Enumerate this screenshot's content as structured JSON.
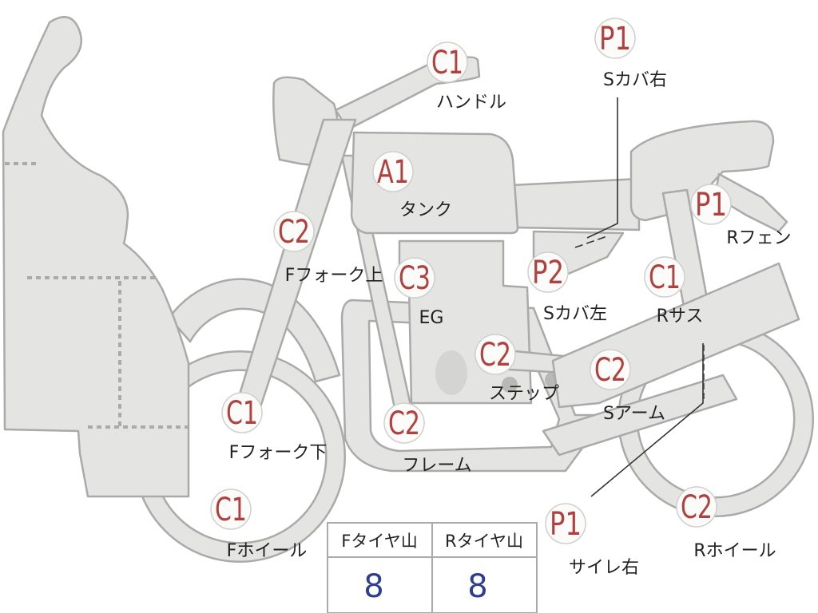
{
  "parts": [
    {
      "name": "handle",
      "grade": "C1",
      "label": "ハンドル"
    },
    {
      "name": "tank",
      "grade": "A1",
      "label": "タンク"
    },
    {
      "name": "f-fork-upper",
      "grade": "C2",
      "label": "Fフォーク上"
    },
    {
      "name": "engine",
      "grade": "C3",
      "label": "EG"
    },
    {
      "name": "s-cover-left",
      "grade": "P2",
      "label": "Sカバ左"
    },
    {
      "name": "s-cover-right",
      "grade": "P1",
      "label": "Sカバ右"
    },
    {
      "name": "r-fender",
      "grade": "P1",
      "label": "Rフェン"
    },
    {
      "name": "r-suspension",
      "grade": "C1",
      "label": "Rサス"
    },
    {
      "name": "step",
      "grade": "C2",
      "label": "ステップ"
    },
    {
      "name": "swing-arm",
      "grade": "C2",
      "label": "Sアーム"
    },
    {
      "name": "f-fork-lower",
      "grade": "C1",
      "label": "Fフォーク下"
    },
    {
      "name": "frame",
      "grade": "C2",
      "label": "フレーム"
    },
    {
      "name": "f-wheel",
      "grade": "C1",
      "label": "Fホイール"
    },
    {
      "name": "silencer-right",
      "grade": "P1",
      "label": "サイレ右"
    },
    {
      "name": "r-wheel",
      "grade": "C2",
      "label": "Rホイール"
    }
  ],
  "tire_table": {
    "headers": [
      "Fタイヤ山",
      "Rタイヤ山"
    ],
    "values": [
      "8",
      "8"
    ]
  },
  "colors": {
    "grade_text": "#b0413e",
    "part_fill": "#e4e4e2",
    "part_stroke": "#a9aaa9",
    "badge_fill": "#fbfbfa",
    "tread_value": "#2e3f8f"
  }
}
